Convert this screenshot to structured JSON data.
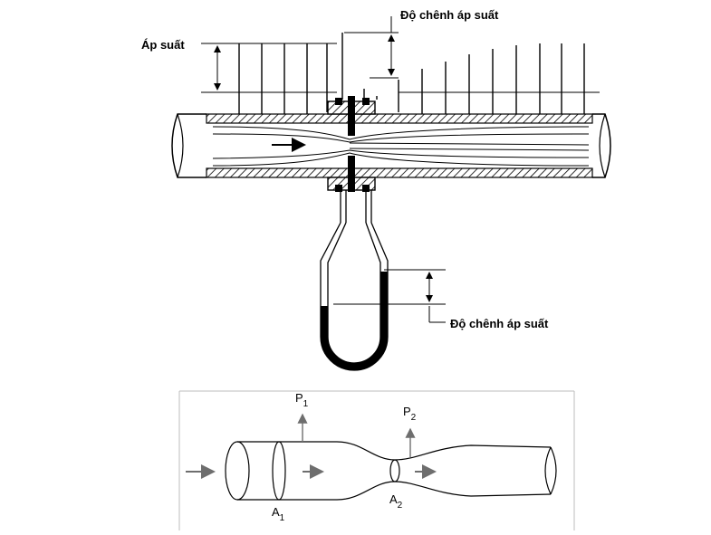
{
  "orifice_diagram": {
    "pressure_label": "Áp suất",
    "pressure_diff_label_top": "Độ chênh áp suất",
    "pressure_diff_label_bottom": "Độ chênh áp suất"
  },
  "venturi_diagram": {
    "p1_symbol": "P",
    "p1_subscript": "1",
    "p2_symbol": "P",
    "p2_subscript": "2",
    "a1_symbol": "A",
    "a1_subscript": "1",
    "a2_symbol": "A",
    "a2_subscript": "2"
  },
  "colors": {
    "ink": "#000000",
    "arrow_gray": "#6e6e6e",
    "frame": "#bdbdbd"
  }
}
